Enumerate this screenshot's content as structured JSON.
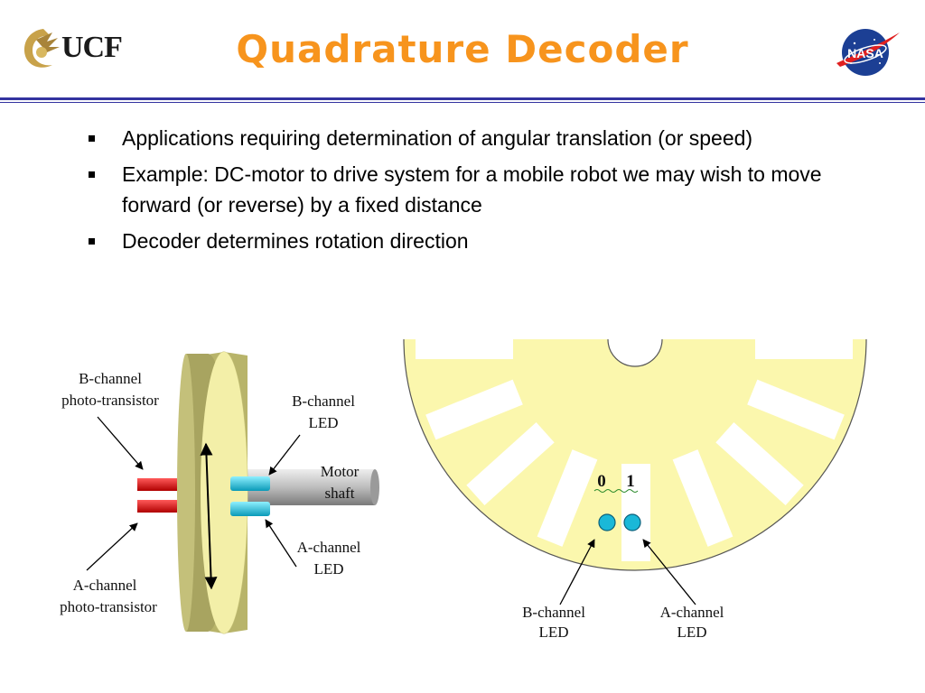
{
  "header": {
    "title": "Quadrature Decoder",
    "ucf_logo_text": "UCF",
    "nasa_logo_text": "NASA"
  },
  "bullets": [
    {
      "text": "Applications requiring determination of angular translation (or speed)"
    },
    {
      "text": "Example: DC-motor to drive system for a mobile robot we may wish to move forward (or reverse) by a fixed distance"
    },
    {
      "text": "Decoder determines rotation direction"
    }
  ],
  "figure_left": {
    "b_transistor": [
      "B-channel",
      "photo-transistor"
    ],
    "b_led": [
      "B-channel",
      "LED"
    ],
    "motor_shaft": [
      "Motor",
      "shaft"
    ],
    "a_led": [
      "A-channel",
      "LED"
    ],
    "a_transistor": [
      "A-channel",
      "photo-transistor"
    ]
  },
  "figure_right": {
    "bit_zero": "0",
    "bit_one": "1",
    "b_led": [
      "B-channel",
      "LED"
    ],
    "a_led": [
      "A-channel",
      "LED"
    ]
  },
  "colors": {
    "title": "#f7941d",
    "rule": "#3333a0",
    "disk_fill": "#fbf7ad",
    "wheel_face": "#f0eca0",
    "led": "#1ab8d8",
    "transistor": "#e21b1b"
  }
}
